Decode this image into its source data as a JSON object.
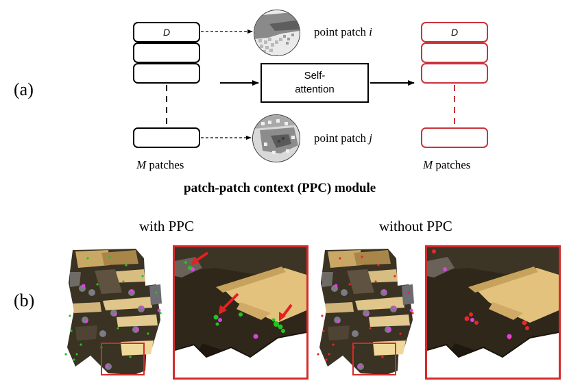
{
  "panel_a": {
    "label": "(a)",
    "input_stack": {
      "top_patch_label": "D",
      "caption_var": "M",
      "caption_rest": " patches"
    },
    "output_stack": {
      "top_patch_label": "D",
      "caption_var": "M",
      "caption_rest": " patches"
    },
    "patch_i": {
      "text": "point patch ",
      "var": "i"
    },
    "patch_j": {
      "text": "point patch ",
      "var": "j"
    },
    "self_attention": {
      "line1": "Self-",
      "line2": "attention"
    },
    "module_caption": "patch-patch context (PPC) module",
    "colors": {
      "input": "#000000",
      "output": "#c8333a"
    }
  },
  "panel_b": {
    "label": "(b)",
    "with_title": "with PPC",
    "without_title": "without PPC",
    "colors": {
      "correspondence_with": "#22c422",
      "correspondence_without": "#e8262b",
      "keypoint": "#d846e0",
      "arrow": "#e32222",
      "frame": "#d42a2a"
    }
  }
}
